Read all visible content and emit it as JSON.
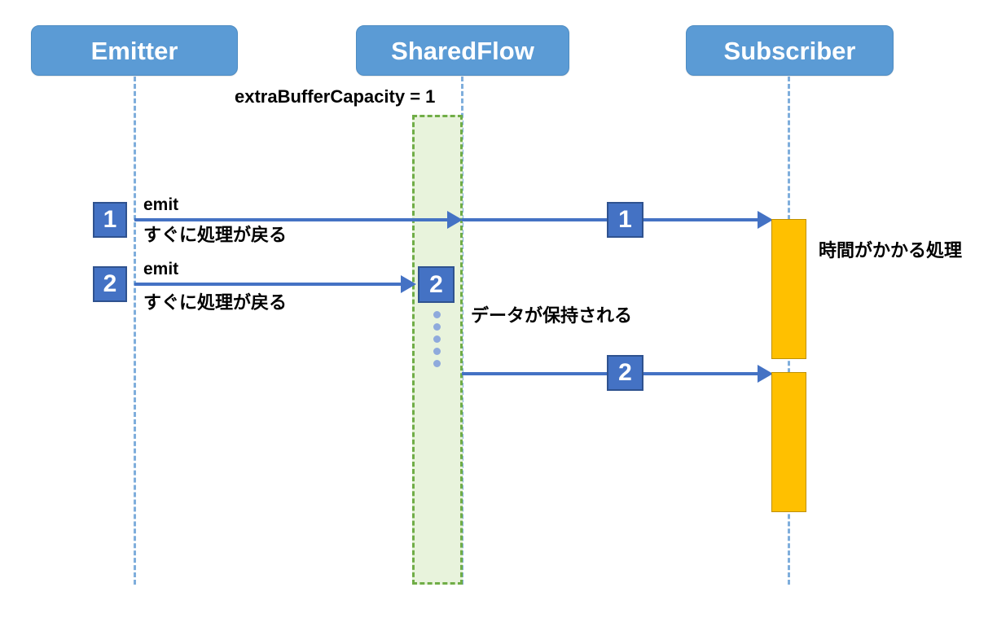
{
  "diagram": {
    "title": "SharedFlow extraBufferCapacity sequence diagram",
    "colors": {
      "participant_fill": "#5B9BD5",
      "badge_fill": "#4472C4",
      "badge_border": "#2F528F",
      "arrow": "#4472C4",
      "lifeline": "#7FAEDC",
      "buffer_fill": "#E8F3DC",
      "buffer_border": "#70AD47",
      "activation_fill": "#FFC000",
      "activation_border": "#BF9000",
      "text": "#000000"
    }
  },
  "participants": [
    {
      "id": "emitter",
      "label": "Emitter"
    },
    {
      "id": "sharedflow",
      "label": "SharedFlow"
    },
    {
      "id": "subscriber",
      "label": "Subscriber"
    }
  ],
  "buffer": {
    "caption": "extraBufferCapacity = 1",
    "held_item_badge": "2",
    "held_note": "データが保持される",
    "dot_count": 5
  },
  "messages": [
    {
      "id": "emit-1",
      "badge": "1",
      "label": "emit",
      "sublabel": "すぐに処理が戻る",
      "from": "emitter",
      "to": "sharedflow"
    },
    {
      "id": "deliver-1",
      "badge": "1",
      "label": "",
      "from": "sharedflow",
      "to": "subscriber"
    },
    {
      "id": "emit-2",
      "badge": "2",
      "label": "emit",
      "sublabel": "すぐに処理が戻る",
      "from": "emitter",
      "to": "sharedflow"
    },
    {
      "id": "deliver-2",
      "badge": "2",
      "label": "",
      "from": "sharedflow",
      "to": "subscriber"
    }
  ],
  "activations": [
    {
      "id": "subscriber-work-1",
      "note": "時間がかかる処理"
    },
    {
      "id": "subscriber-work-2",
      "note": ""
    }
  ],
  "notes": {
    "subscriber_processing": "時間がかかる処理"
  }
}
